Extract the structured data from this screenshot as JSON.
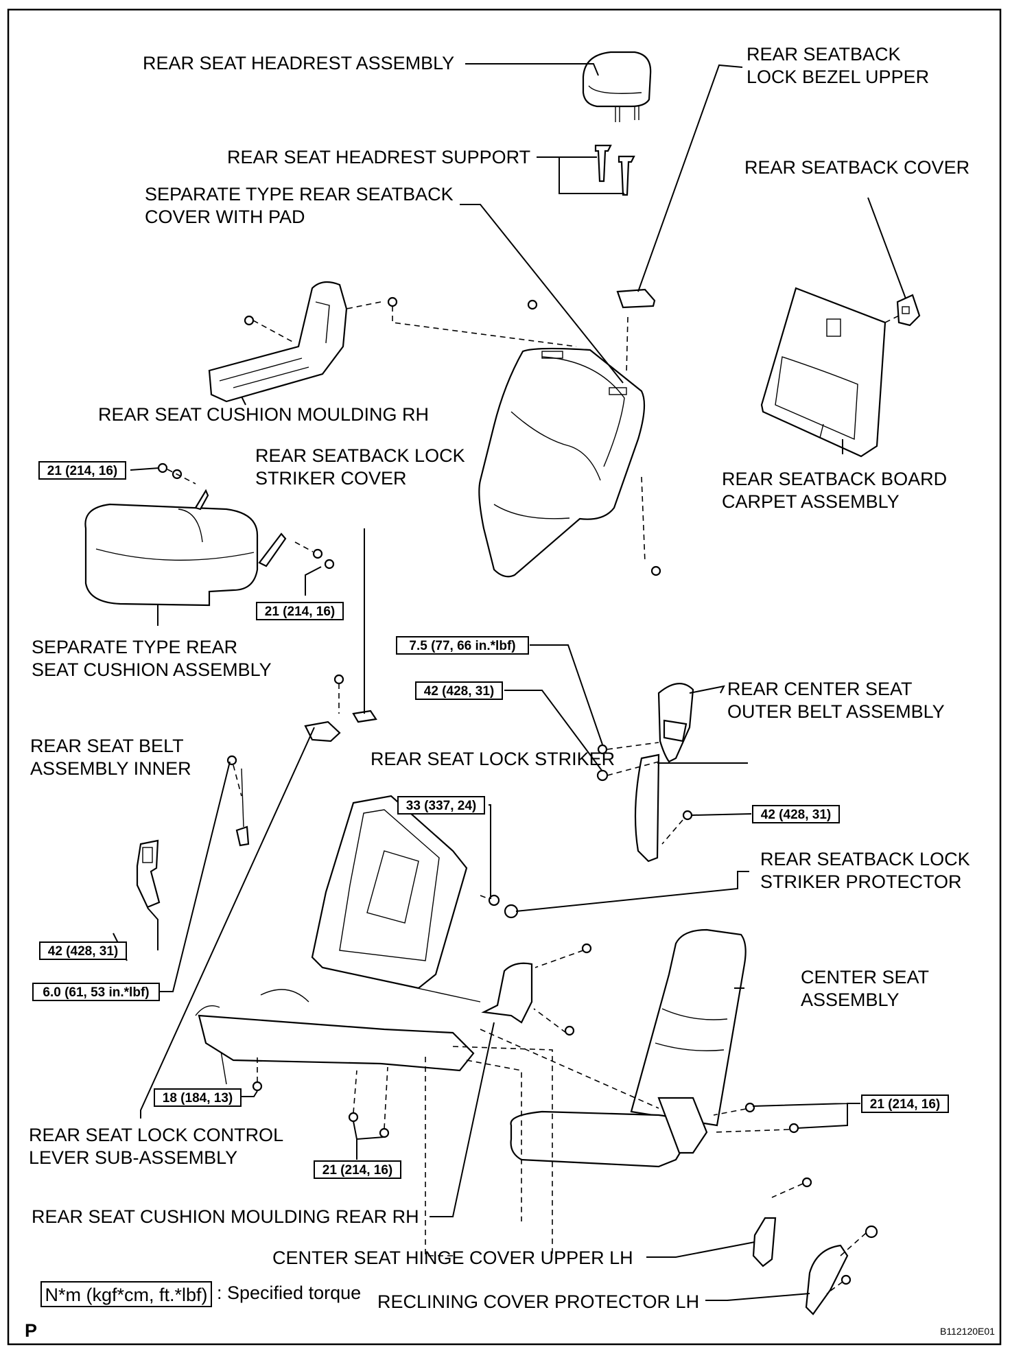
{
  "labels": {
    "headrest_assembly": "REAR SEAT HEADREST ASSEMBLY",
    "lock_bezel_upper_1": "REAR SEATBACK",
    "lock_bezel_upper_2": "LOCK BEZEL UPPER",
    "headrest_support": "REAR SEAT HEADREST SUPPORT",
    "seatback_cover": "REAR SEATBACK COVER",
    "sep_seatback_cover_1": "SEPARATE TYPE REAR SEATBACK",
    "sep_seatback_cover_2": "COVER WITH PAD",
    "cushion_moulding_rh": "REAR SEAT CUSHION MOULDING RH",
    "lock_striker_cover_1": "REAR SEATBACK LOCK",
    "lock_striker_cover_2": "STRIKER COVER",
    "board_carpet_1": "REAR SEATBACK BOARD",
    "board_carpet_2": "CARPET ASSEMBLY",
    "sep_cushion_1": "SEPARATE TYPE REAR",
    "sep_cushion_2": "SEAT CUSHION ASSEMBLY",
    "center_outer_belt_1": "REAR CENTER SEAT",
    "center_outer_belt_2": "OUTER BELT ASSEMBLY",
    "belt_inner_1": "REAR SEAT BELT",
    "belt_inner_2": "ASSEMBLY INNER",
    "lock_striker": "REAR SEAT LOCK STRIKER",
    "striker_protector_1": "REAR SEATBACK LOCK",
    "striker_protector_2": "STRIKER PROTECTOR",
    "center_seat_1": "CENTER SEAT",
    "center_seat_2": "ASSEMBLY",
    "lock_control_1": "REAR SEAT LOCK CONTROL",
    "lock_control_2": "LEVER SUB-ASSEMBLY",
    "cushion_moulding_rear_rh": "REAR SEAT CUSHION MOULDING REAR RH",
    "hinge_cover_upper_lh": "CENTER SEAT HINGE COVER UPPER LH",
    "reclining_cover_lh": "RECLINING COVER PROTECTOR LH"
  },
  "torques": {
    "t1": "21 (214, 16)",
    "t2": "21 (214, 16)",
    "t3": "7.5 (77, 66 in.*lbf)",
    "t4": "42 (428, 31)",
    "t5": "33 (337, 24)",
    "t6": "42 (428, 31)",
    "t7": "42 (428, 31)",
    "t8": "6.0 (61, 53 in.*lbf)",
    "t9": "18 (184, 13)",
    "t10": "21 (214, 16)",
    "t11": "21 (214, 16)"
  },
  "legend": {
    "unit": "N*m (kgf*cm, ft.*lbf)",
    "text": ": Specified torque"
  },
  "footer": {
    "letter": "P",
    "code": "B112120E01"
  }
}
